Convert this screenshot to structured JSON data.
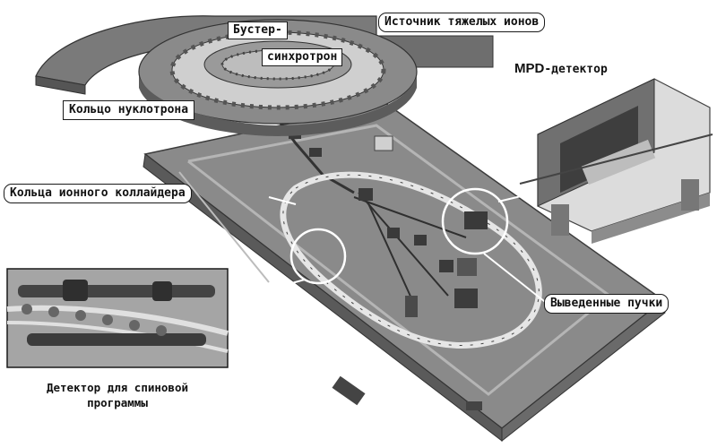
{
  "labels": {
    "heavy_ion_source": "Источник тяжелых ионов",
    "booster_line1": "Бустер-",
    "booster_line2": "синхротрон",
    "nuclotron_ring": "Кольцо нуклотрона",
    "mpd_prefix": "MPD",
    "mpd_suffix": "-детектор",
    "collider_rings": "Кольца ионного коллайдера",
    "extracted_beams": "Выведенные пучки",
    "spin_detector_line1": "Детектор для спиновой",
    "spin_detector_line2": "программы"
  },
  "colors": {
    "floor": "#8c8c8c",
    "floor_dark": "#5e5e5e",
    "ring": "#d8d8d8",
    "machine": "#4a4a4a",
    "label_border": "#1a1a1a"
  }
}
